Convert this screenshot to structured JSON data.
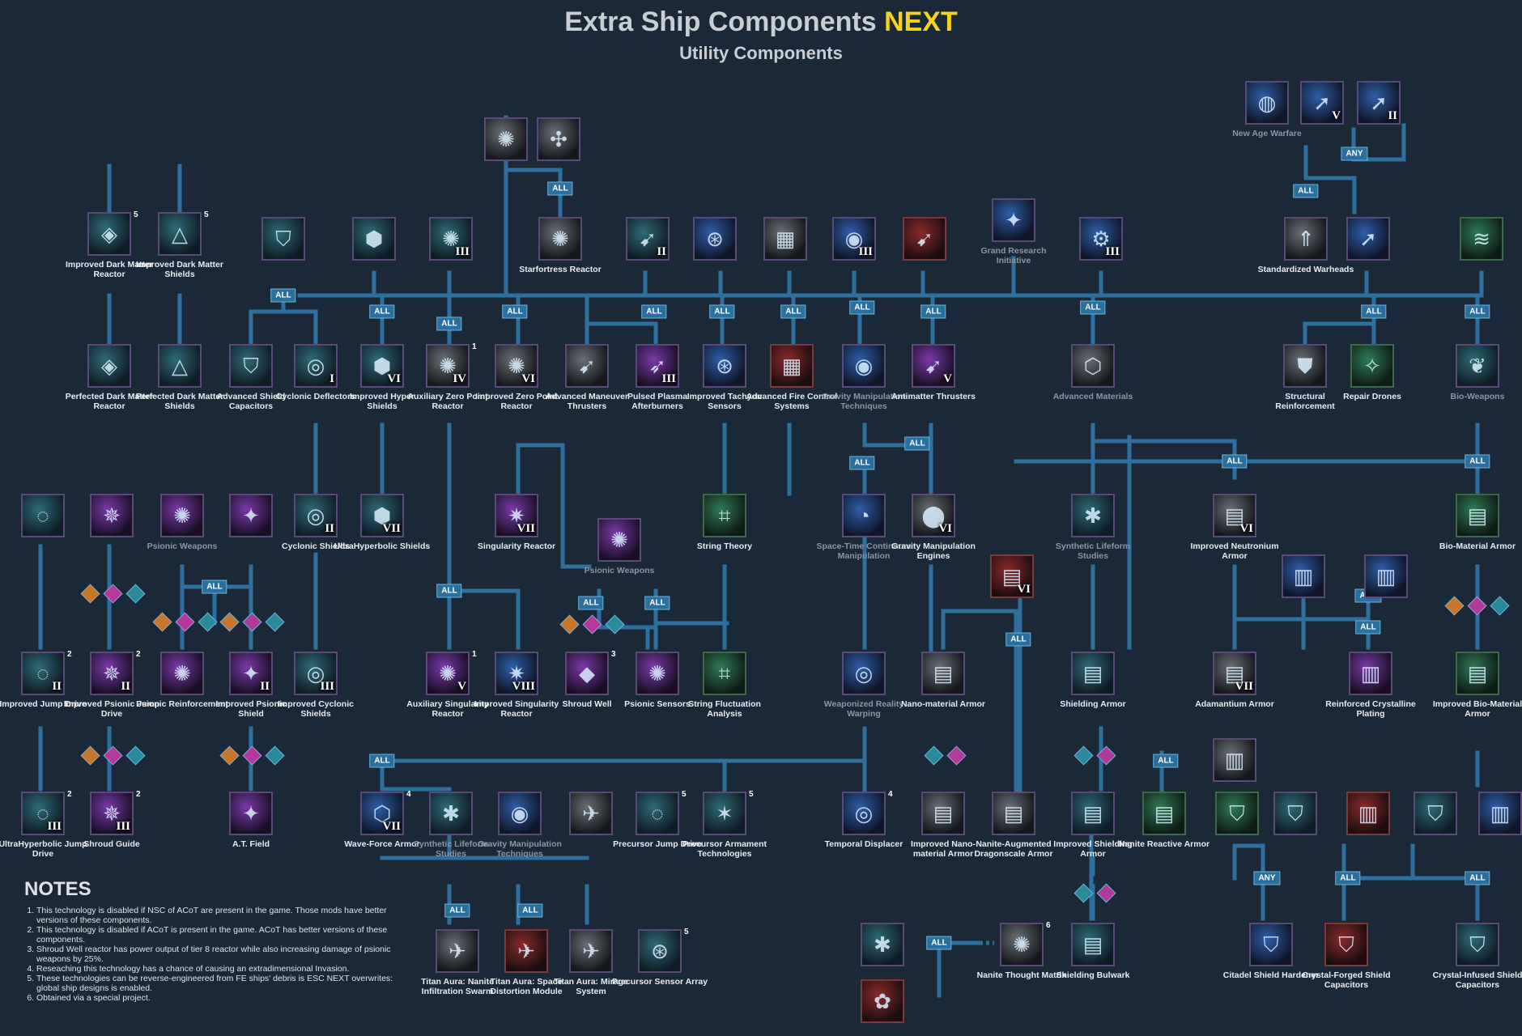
{
  "header": {
    "title_main": "Extra Ship Components",
    "title_highlight": "NEXT",
    "subtitle": "Utility Components"
  },
  "labels": {
    "all": "ALL",
    "any": "ANY"
  },
  "nodes": {
    "improved_dark_matter_reactor": {
      "label": "Improved Dark Matter Reactor",
      "mark": "5",
      "icon": "dark-matter-reactor-icon"
    },
    "improved_dark_matter_shields": {
      "label": "Improved Dark Matter Shields",
      "mark": "5",
      "icon": "dark-matter-shields-icon"
    },
    "perfected_dark_matter_reactor": {
      "label": "Perfected Dark Matter Reactor",
      "icon": "dark-matter-reactor-icon"
    },
    "perfected_dark_matter_shields": {
      "label": "Perfected Dark Matter Shields",
      "icon": "dark-matter-shields-icon"
    },
    "starfortress_reactor": {
      "label": "Starfortress Reactor",
      "icon": "reactor-icon"
    },
    "grand_research_initiative": {
      "label": "Grand Research Initiative",
      "icon": "lightbulb-icon"
    },
    "new_age_warfare": {
      "label": "New Age Warfare",
      "icon": "planet-icon"
    },
    "standardized_warheads": {
      "label": "Standardized Warheads",
      "icon": "warheads-icon"
    },
    "advanced_shield_capacitors": {
      "label": "Advanced Shield Capacitors",
      "icon": "shield-icon"
    },
    "cyclonic_deflectors": {
      "label": "Cyclonic Deflectors",
      "tier": "I",
      "icon": "cyclone-icon"
    },
    "improved_hyper_shields": {
      "label": "Improved Hyper Shields",
      "tier": "VI",
      "icon": "hex-shield-icon"
    },
    "auxiliary_zero_point_reactor": {
      "label": "Auxiliary Zero Point Reactor",
      "tier": "IV",
      "mark": "1",
      "icon": "reactor-icon"
    },
    "improved_zero_point_reactor": {
      "label": "Improved Zero Point Reactor",
      "tier": "VI",
      "icon": "reactor-icon"
    },
    "advanced_maneuver_thrusters": {
      "label": "Advanced Maneuver Thrusters",
      "icon": "thruster-icon"
    },
    "pulsed_plasma_afterburners": {
      "label": "Pulsed Plasma Afterburners",
      "tier": "III",
      "icon": "afterburner-icon"
    },
    "improved_tachyon_sensors": {
      "label": "Improved Tachyon Sensors",
      "icon": "sensor-icon"
    },
    "advanced_fire_control_systems": {
      "label": "Advanced Fire Control Systems",
      "icon": "chip-icon"
    },
    "gravity_manipulation_techniques": {
      "label": "Gravity Manipulation Techniques",
      "icon": "gravity-icon"
    },
    "antimatter_thrusters": {
      "label": "Antimatter Thrusters",
      "tier": "V",
      "icon": "thruster-icon"
    },
    "advanced_materials": {
      "label": "Advanced Materials",
      "icon": "hex-grid-icon"
    },
    "structural_reinforcement": {
      "label": "Structural Reinforcement",
      "icon": "plate-shield-icon"
    },
    "repair_drones": {
      "label": "Repair Drones",
      "icon": "drone-icon"
    },
    "bio_weapons": {
      "label": "Bio-Weapons",
      "icon": "bio-icon"
    },
    "psionic_weapons_a": {
      "label": "Psionic Weapons",
      "icon": "psionic-icon"
    },
    "psionic_weapons_b": {
      "label": "Psionic Weapons",
      "icon": "psionic-icon"
    },
    "cyclonic_shields": {
      "label": "Cyclonic Shields",
      "tier": "II",
      "icon": "cyclone-icon"
    },
    "ultrahyperbolic_shields": {
      "label": "UltraHyperbolic Shields",
      "tier": "VII",
      "icon": "hex-shield-icon"
    },
    "singularity_reactor": {
      "label": "Singularity Reactor",
      "tier": "VII",
      "icon": "singularity-icon"
    },
    "string_theory": {
      "label": "String Theory",
      "icon": "circuit-icon"
    },
    "space_time_continuum_manipulation": {
      "label": "Space-Time Continuum Manipulation",
      "icon": "clock-icon"
    },
    "gravity_manipulation_engines": {
      "label": "Gravity Manipulation Engines",
      "tier": "VI",
      "icon": "engine-icon"
    },
    "synthetic_lifeform_studies": {
      "label": "Synthetic Lifeform Studies",
      "icon": "virus-icon"
    },
    "improved_neutronium_armor": {
      "label": "Improved Neutronium Armor",
      "tier": "VI",
      "icon": "armor-icon"
    },
    "bio_material_armor": {
      "label": "Bio-Material Armor",
      "icon": "armor-icon"
    },
    "improved_jump_drive": {
      "label": "Improved Jump Drive",
      "tier": "II",
      "mark": "2",
      "icon": "jump-drive-icon"
    },
    "improved_psionic_jump_drive": {
      "label": "Improved Psionic Jump Drive",
      "tier": "II",
      "mark": "2",
      "icon": "psionic-drive-icon"
    },
    "psionic_reinforcement": {
      "label": "Psionic Reinforcement",
      "icon": "psionic-icon"
    },
    "improved_psionic_shield": {
      "label": "Improved Psionic Shield",
      "tier": "II",
      "icon": "psionic-shield-icon"
    },
    "improved_cyclonic_shields": {
      "label": "Improved Cyclonic Shields",
      "tier": "III",
      "icon": "cyclone-icon"
    },
    "auxiliary_singularity_reactor": {
      "label": "Auxiliary Singularity Reactor",
      "tier": "V",
      "mark": "1",
      "icon": "reactor-icon"
    },
    "improved_singularity_reactor": {
      "label": "Improved Singularity Reactor",
      "tier": "VIII",
      "icon": "singularity-icon"
    },
    "shroud_well": {
      "label": "Shroud Well",
      "mark": "3",
      "icon": "shroud-icon"
    },
    "psionic_sensors": {
      "label": "Psionic Sensors",
      "icon": "psionic-icon"
    },
    "string_fluctuation_analysis": {
      "label": "String Fluctuation Analysis",
      "icon": "circuit-icon"
    },
    "weaponized_reality_warping": {
      "label": "Weaponized Reality Warping",
      "icon": "warp-icon"
    },
    "nano_material_armor": {
      "label": "Nano-material Armor",
      "icon": "armor-icon"
    },
    "shielding_armor": {
      "label": "Shielding Armor",
      "icon": "armor-icon"
    },
    "adamantium_armor": {
      "label": "Adamantium Armor",
      "tier": "VII",
      "icon": "armor-icon"
    },
    "reinforced_crystalline_plating": {
      "label": "Reinforced Crystalline Plating",
      "icon": "crystal-icon"
    },
    "improved_bio_material_armor": {
      "label": "Improved Bio-Material Armor",
      "icon": "armor-icon"
    },
    "ultrahyperbolic_jump_drive": {
      "label": "UltraHyperbolic Jump Drive",
      "tier": "III",
      "mark": "2",
      "icon": "jump-drive-icon"
    },
    "shroud_guide": {
      "label": "Shroud Guide",
      "tier": "III",
      "mark": "2",
      "icon": "psionic-drive-icon"
    },
    "at_field": {
      "label": "A.T. Field",
      "icon": "psionic-shield-icon"
    },
    "wave_force_armor": {
      "label": "Wave-Force Armor",
      "tier": "VII",
      "mark": "4",
      "icon": "hex-grid-icon"
    },
    "synthetic_lifeform_studies_b": {
      "label": "Synthetic Lifeform Studies",
      "icon": "virus-icon"
    },
    "gravity_manipulation_techniques_b": {
      "label": "Gravity Manipulation Techniques",
      "icon": "gravity-icon"
    },
    "precursor_jump_drive": {
      "label": "Precursor Jump Drive",
      "mark": "5",
      "icon": "jump-drive-icon"
    },
    "precursor_armament_technologies": {
      "label": "Precursor Armament Technologies",
      "mark": "5",
      "icon": "star-icon"
    },
    "temporal_displacer": {
      "label": "Temporal Displacer",
      "mark": "4",
      "icon": "warp-icon"
    },
    "improved_nano_material_armor": {
      "label": "Improved Nano-material Armor",
      "icon": "armor-icon"
    },
    "nanite_augmented_dragonscale_armor": {
      "label": "Nanite-Augmented Dragonscale Armor",
      "icon": "armor-icon"
    },
    "improved_shielding_armor": {
      "label": "Improved Shielding Armor",
      "icon": "armor-icon"
    },
    "nanite_reactive_armor": {
      "label": "Nanite Reactive Armor",
      "icon": "armor-icon"
    },
    "titan_aura_nanite_infiltration_swarm": {
      "label": "Titan Aura: Nanite Infiltration Swarm",
      "icon": "titan-icon"
    },
    "titan_aura_space_distortion_module": {
      "label": "Titan Aura: Space Distortion Module",
      "icon": "titan-icon"
    },
    "titan_aura_mirage_system": {
      "label": "Titan Aura: Mirage System",
      "icon": "titan-icon"
    },
    "precursor_sensor_array": {
      "label": "Precursor Sensor Array",
      "mark": "5",
      "icon": "sensor-icon"
    },
    "nanite_thought_matrix": {
      "label": "Nanite Thought Matrix",
      "mark": "6",
      "icon": "nanite-icon"
    },
    "shielding_bulwark": {
      "label": "Shielding Bulwark",
      "icon": "armor-icon"
    },
    "citadel_shield_hardener": {
      "label": "Citadel Shield Hardener",
      "icon": "shield-icon"
    },
    "crystal_forged_shield_capacitors": {
      "label": "Crystal-Forged Shield Capacitors",
      "icon": "shield-icon"
    },
    "crystal_infused_shield_capacitors": {
      "label": "Crystal-Infused Shield Capacitors",
      "icon": "shield-icon"
    },
    "tiers": {
      "v": "V",
      "ii": "II",
      "iii": "III",
      "vi": "VI"
    }
  },
  "notes": {
    "heading": "NOTES",
    "items": [
      "This technology is disabled if NSC of ACoT are present in the game. Those mods have better versions of these components.",
      "This technology is disabled if ACoT is present in the game. ACoT has better versions of these components.",
      "Shroud Well reactor has power output of tier 8 reactor while also increasing damage of psionic weapons by 25%.",
      "Reseaching this technology has a chance of causing an extradimensional Invasion.",
      "These technologies can be reverse-engineered from FE ships' debris is ESC NEXT overwrites: global ship designs is enabled.",
      "Obtained via a special project."
    ]
  },
  "colors": {
    "background": "#1b2838",
    "line": "#2e6f9e",
    "gate": "#2b6f9c",
    "highlight": "#f5d21c"
  }
}
